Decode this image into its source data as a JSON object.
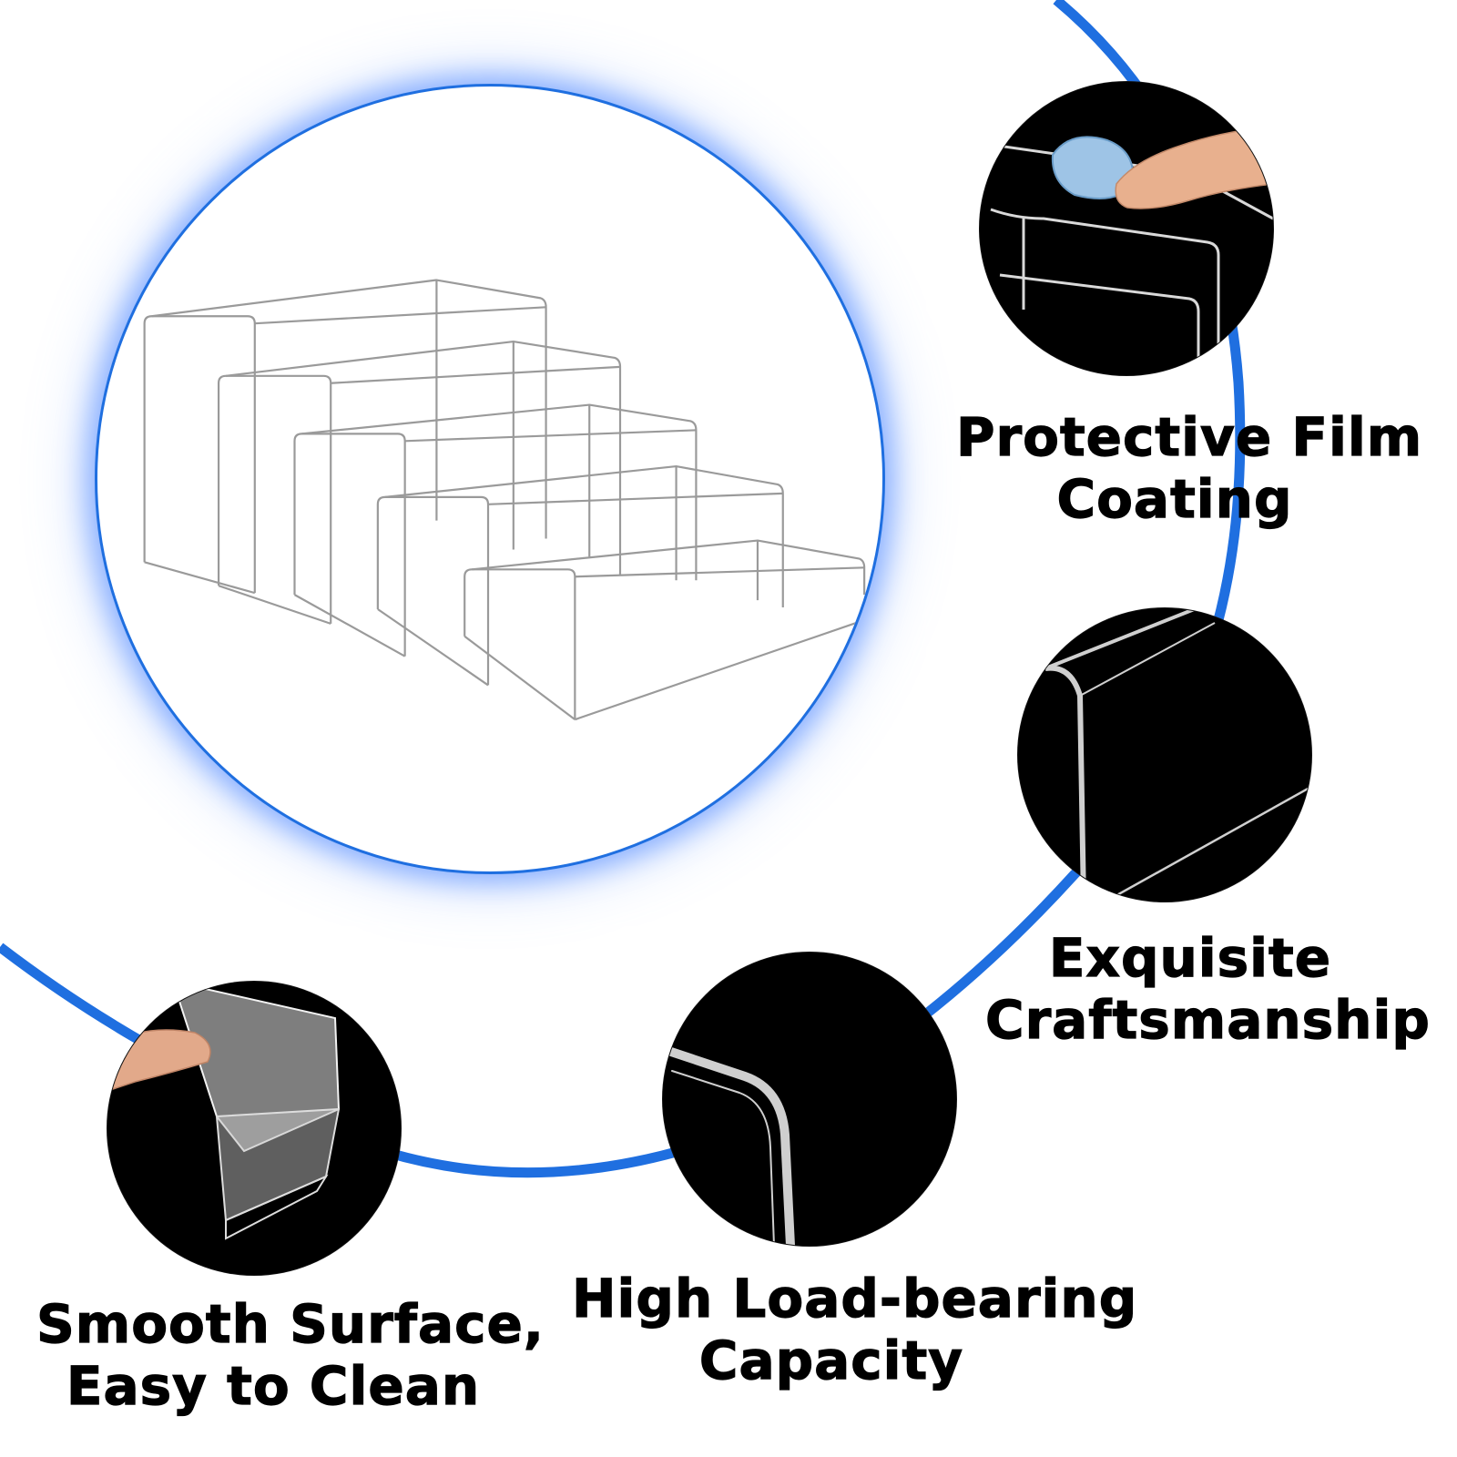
{
  "colors": {
    "accent_blue": "#1f6fe0",
    "glow_blue": "#4682ff",
    "photo_background": "#000000",
    "text": "#000000"
  },
  "main_product": {
    "icon": "acrylic-display-riser-set-illustration",
    "riser_count": 5
  },
  "features": [
    {
      "id": "protective-film",
      "line1": "Protective Film",
      "line2": "Coating",
      "icon": "hand-wiping-cloth-photo"
    },
    {
      "id": "craftsmanship",
      "line1": "Exquisite",
      "line2": "Craftsmanship",
      "icon": "acrylic-edge-closeup-photo"
    },
    {
      "id": "load-bearing",
      "line1": "High Load-bearing",
      "line2": "Capacity",
      "icon": "acrylic-corner-closeup-photo"
    },
    {
      "id": "smooth-surface",
      "line1": "Smooth Surface,",
      "line2": "Easy to Clean",
      "icon": "peeling-film-photo"
    }
  ]
}
